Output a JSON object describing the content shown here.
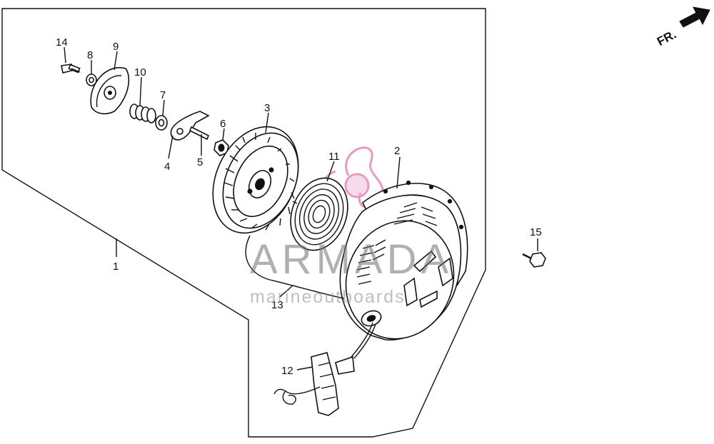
{
  "direction_label": "FR.",
  "watermark": {
    "brand": "ARMADA",
    "tagline": "marineoutboards"
  },
  "callouts": [
    {
      "id": "1",
      "text": "1"
    },
    {
      "id": "2",
      "text": "2"
    },
    {
      "id": "3",
      "text": "3"
    },
    {
      "id": "4",
      "text": "4"
    },
    {
      "id": "5",
      "text": "5"
    },
    {
      "id": "6",
      "text": "6"
    },
    {
      "id": "7",
      "text": "7"
    },
    {
      "id": "8",
      "text": "8"
    },
    {
      "id": "9",
      "text": "9"
    },
    {
      "id": "10",
      "text": "10"
    },
    {
      "id": "11",
      "text": "11"
    },
    {
      "id": "12",
      "text": "12"
    },
    {
      "id": "13",
      "text": "13"
    },
    {
      "id": "14",
      "text": "14"
    },
    {
      "id": "15",
      "text": "15"
    }
  ],
  "colors": {
    "line": "#111111",
    "watermark_text": "#6f6f6f",
    "watermark_logo": "#e07ab0"
  }
}
